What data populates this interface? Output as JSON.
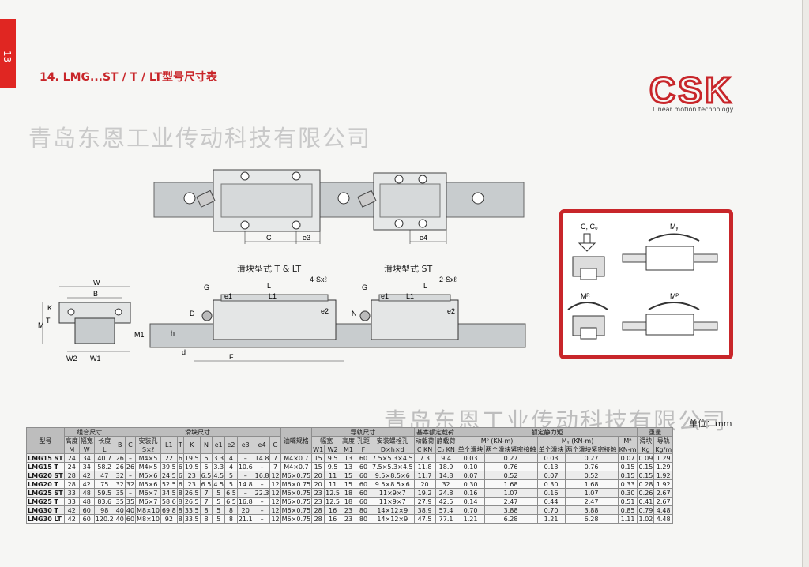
{
  "page": {
    "page_number": "13",
    "title": "14. LMG...ST / T / LT型号尺寸表",
    "watermark": "青岛东恩工业传动科技有限公司"
  },
  "logo": {
    "brand": "CSK",
    "tagline": "Linear motion technology"
  },
  "captions": {
    "type_tlt": "滑块型式 T & LT",
    "type_st": "滑块型式 ST"
  },
  "diagram_labels": {
    "c": "C",
    "e3": "e3",
    "e4": "e4",
    "w": "W",
    "b": "B",
    "k": "K",
    "t": "T",
    "m": "M",
    "w2": "W2",
    "w1": "W1",
    "g": "G",
    "l": "L",
    "l1": "L1",
    "e1": "e1",
    "e2": "e2",
    "n": "N",
    "d": "D",
    "h": "h",
    "m1": "M1",
    "d_small": "d",
    "f": "F",
    "holes_4": "4-Sxℓ",
    "holes_2": "2-Sxℓ"
  },
  "load_labels": {
    "c_c0": "C, C₀",
    "my": "Mᵧ",
    "mr": "Mᴿ",
    "mp": "Mᴾ"
  },
  "unit": "单位：mm",
  "table": {
    "group_headers": [
      "型号",
      "组合尺寸",
      "滑块尺寸",
      "导轨尺寸",
      "基本额定载荷",
      "额定静力矩",
      "重量"
    ],
    "sub_headers": {
      "combo": [
        "高度",
        "幅宽",
        "长度"
      ],
      "combo_sym": [
        "M",
        "W",
        "L"
      ],
      "block_hole": "安装孔",
      "block_sym": [
        "B",
        "C",
        "S×ℓ",
        "L1",
        "T",
        "K",
        "N",
        "e1",
        "e2",
        "e3",
        "e4",
        "G"
      ],
      "nozzle": "油嘴规格",
      "rail": [
        "幅宽",
        "高度",
        "孔距",
        "安装螺栓孔"
      ],
      "rail_sym": [
        "W1",
        "W2",
        "M1",
        "F",
        "D×h×d"
      ],
      "load": [
        "动载荷",
        "静载荷"
      ],
      "load_sym": [
        "C",
        "C₀"
      ],
      "load_unit": [
        "KN",
        "KN"
      ],
      "moment_mp": "Mᴾ (KN-m)",
      "moment_my": "Mᵧ (KN-m)",
      "moment_sub": [
        "单个滑块",
        "两个滑块紧密接触",
        "单个滑块",
        "两个滑块紧密接触"
      ],
      "moment_mr": "Mᴿ",
      "moment_mr_unit": "KN-m",
      "weight": [
        "滑块",
        "导轨"
      ],
      "weight_unit": [
        "Kg",
        "Kg/m"
      ]
    },
    "rows": [
      [
        "LMG15 ST",
        "24",
        "34",
        "40.7",
        "26",
        "–",
        "M4×5",
        "22",
        "6",
        "19.5",
        "5",
        "3.3",
        "4",
        "–",
        "14.8",
        "7",
        "M4×0.7",
        "15",
        "9.5",
        "13",
        "60",
        "7.5×5.3×4.5",
        "7.3",
        "9.4",
        "0.03",
        "0.27",
        "0.03",
        "0.27",
        "0.07",
        "0.09",
        "1.29"
      ],
      [
        "LMG15 T",
        "24",
        "34",
        "58.2",
        "26",
        "26",
        "M4×5",
        "39.5",
        "6",
        "19.5",
        "5",
        "3.3",
        "4",
        "10.6",
        "–",
        "7",
        "M4×0.7",
        "15",
        "9.5",
        "13",
        "60",
        "7.5×5.3×4.5",
        "11.8",
        "18.9",
        "0.10",
        "0.76",
        "0.13",
        "0.76",
        "0.15",
        "0.15",
        "1.29"
      ],
      [
        "LMG20 ST",
        "28",
        "42",
        "47",
        "32",
        "–",
        "M5×6",
        "24.5",
        "6",
        "23",
        "6.5",
        "4.5",
        "5",
        "–",
        "16.8",
        "12",
        "M6×0.75",
        "20",
        "11",
        "15",
        "60",
        "9.5×8.5×6",
        "11.7",
        "14.8",
        "0.07",
        "0.52",
        "0.07",
        "0.52",
        "0.15",
        "0.15",
        "1.92"
      ],
      [
        "LMG20 T",
        "28",
        "42",
        "75",
        "32",
        "32",
        "M5×6",
        "52.5",
        "6",
        "23",
        "6.5",
        "4.5",
        "5",
        "14.8",
        "–",
        "12",
        "M6×0.75",
        "20",
        "11",
        "15",
        "60",
        "9.5×8.5×6",
        "20",
        "32",
        "0.30",
        "1.68",
        "0.30",
        "1.68",
        "0.33",
        "0.28",
        "1.92"
      ],
      [
        "LMG25 ST",
        "33",
        "48",
        "59.5",
        "35",
        "–",
        "M6×7",
        "34.5",
        "8",
        "26.5",
        "7",
        "5",
        "6.5",
        "–",
        "22.3",
        "12",
        "M6×0.75",
        "23",
        "12.5",
        "18",
        "60",
        "11×9×7",
        "19.2",
        "24.8",
        "0.16",
        "1.07",
        "0.16",
        "1.07",
        "0.30",
        "0.26",
        "2.67"
      ],
      [
        "LMG25 T",
        "33",
        "48",
        "83.6",
        "35",
        "35",
        "M6×7",
        "58.6",
        "8",
        "26.5",
        "7",
        "5",
        "6.5",
        "16.8",
        "–",
        "12",
        "M6×0.75",
        "23",
        "12.5",
        "18",
        "60",
        "11×9×7",
        "27.9",
        "42.5",
        "0.14",
        "2.47",
        "0.44",
        "2.47",
        "0.51",
        "0.41",
        "2.67"
      ],
      [
        "LMG30 T",
        "42",
        "60",
        "98",
        "40",
        "40",
        "M8×10",
        "69.8",
        "8",
        "33.5",
        "8",
        "5",
        "8",
        "20",
        "–",
        "12",
        "M6×0.75",
        "28",
        "16",
        "23",
        "80",
        "14×12×9",
        "38.9",
        "57.4",
        "0.70",
        "3.88",
        "0.70",
        "3.88",
        "0.85",
        "0.79",
        "4.48"
      ],
      [
        "LMG30 LT",
        "42",
        "60",
        "120.2",
        "40",
        "60",
        "M8×10",
        "92",
        "8",
        "33.5",
        "8",
        "5",
        "8",
        "21.1",
        "–",
        "12",
        "M6×0.75",
        "28",
        "16",
        "23",
        "80",
        "14×12×9",
        "47.5",
        "77.1",
        "1.21",
        "6.28",
        "1.21",
        "6.28",
        "1.11",
        "1.02",
        "4.48"
      ]
    ]
  }
}
